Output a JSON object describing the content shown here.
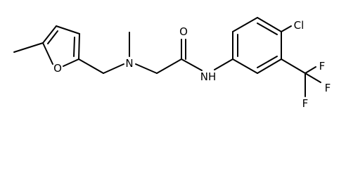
{
  "molecule": {
    "atoms": {
      "furan_o": "O",
      "amine_n": "N",
      "carbonyl_o": "O",
      "amide_nh": "NH",
      "chlorine": "Cl",
      "fluorine_top": "F",
      "fluorine_right": "F",
      "fluorine_bottom": "F"
    }
  },
  "colors": {
    "bond": "#000000",
    "label": "#000000",
    "background": "#ffffff"
  }
}
